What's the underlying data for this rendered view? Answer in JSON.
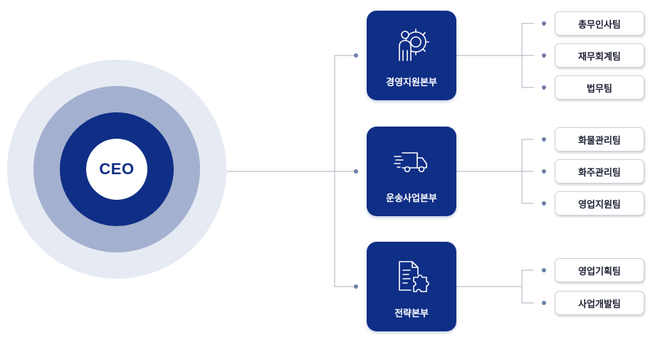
{
  "ceo": {
    "label": "CEO"
  },
  "divisions": [
    {
      "name": "경영지원본부",
      "icon": "person-gear-icon",
      "teams": [
        "총무인사팀",
        "재무회계팀",
        "법무팀"
      ]
    },
    {
      "name": "운송사업본부",
      "icon": "delivery-truck-icon",
      "teams": [
        "화물관리팀",
        "화주관리팀",
        "영업지원팀"
      ]
    },
    {
      "name": "전략본부",
      "icon": "document-puzzle-icon",
      "teams": [
        "영업기획팀",
        "사업개발팀"
      ]
    }
  ],
  "colors": {
    "navy": "#0f2e86",
    "ring_mid": "#a3b0cf",
    "ring_outer": "#e6eaf3",
    "connector": "#a9afbd",
    "dot": "#6e7fa8"
  }
}
